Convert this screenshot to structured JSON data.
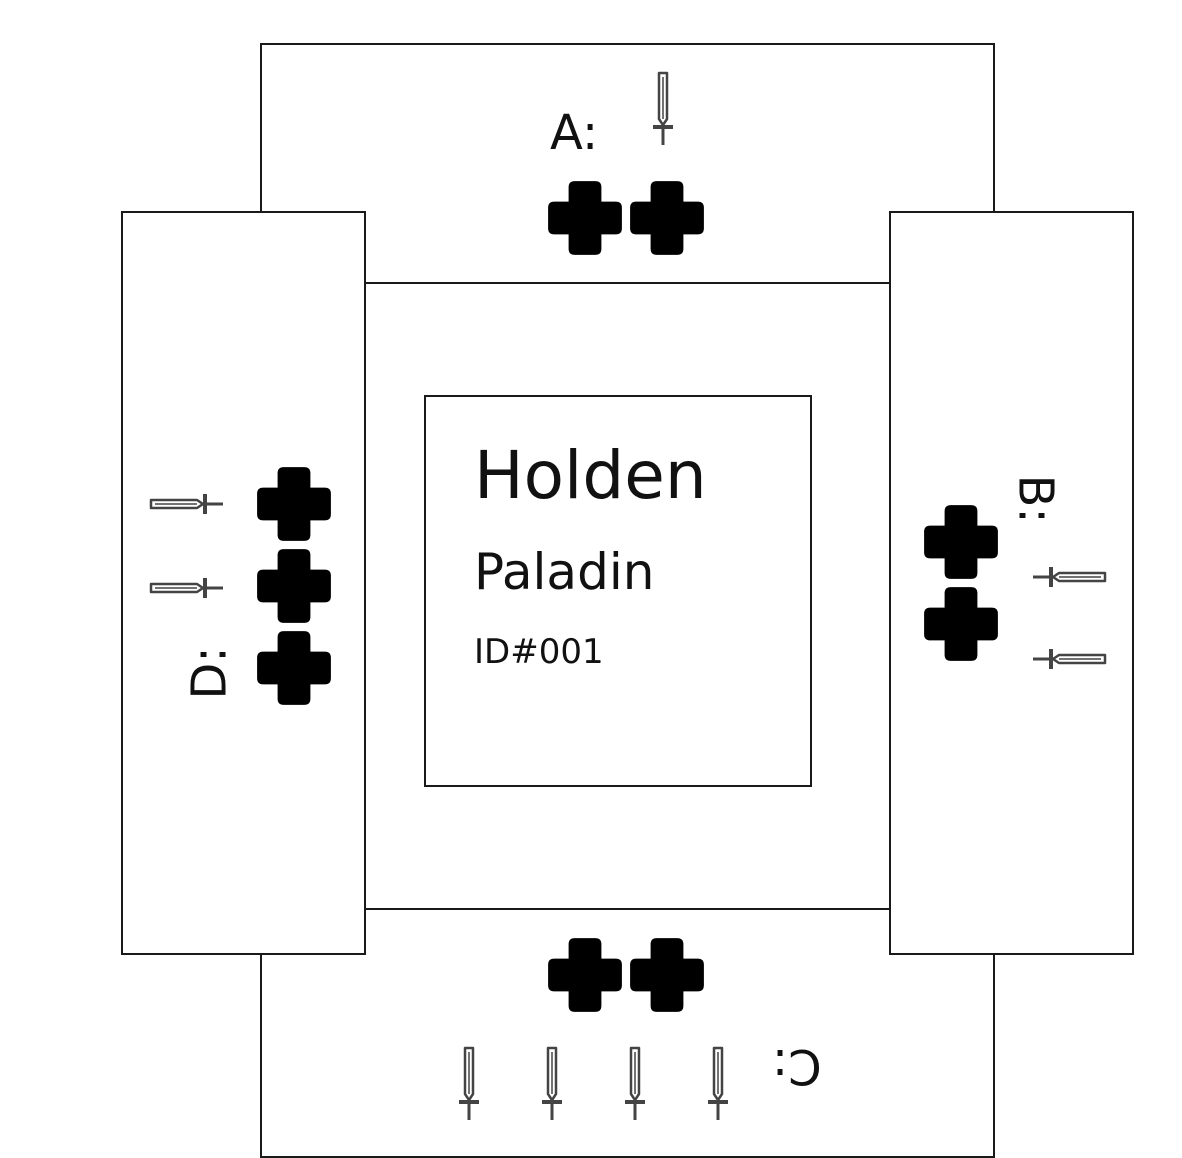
{
  "character": {
    "name": "Holden",
    "class": "Paladin",
    "id": "ID#001"
  },
  "sides": {
    "a": {
      "label": "A:",
      "plus_count": 2,
      "sword_count": 1
    },
    "b": {
      "label": "B:",
      "plus_count": 2,
      "sword_count": 2
    },
    "c": {
      "label": "C:",
      "plus_count": 2,
      "sword_count": 4
    },
    "d": {
      "label": "D:",
      "plus_count": 3,
      "sword_count": 2
    }
  },
  "colors": {
    "ink": "#111111",
    "border": "#1a1a1a",
    "icon": "#000000"
  },
  "icons": {
    "plus": "plus-cross-icon",
    "sword": "sword-icon"
  }
}
